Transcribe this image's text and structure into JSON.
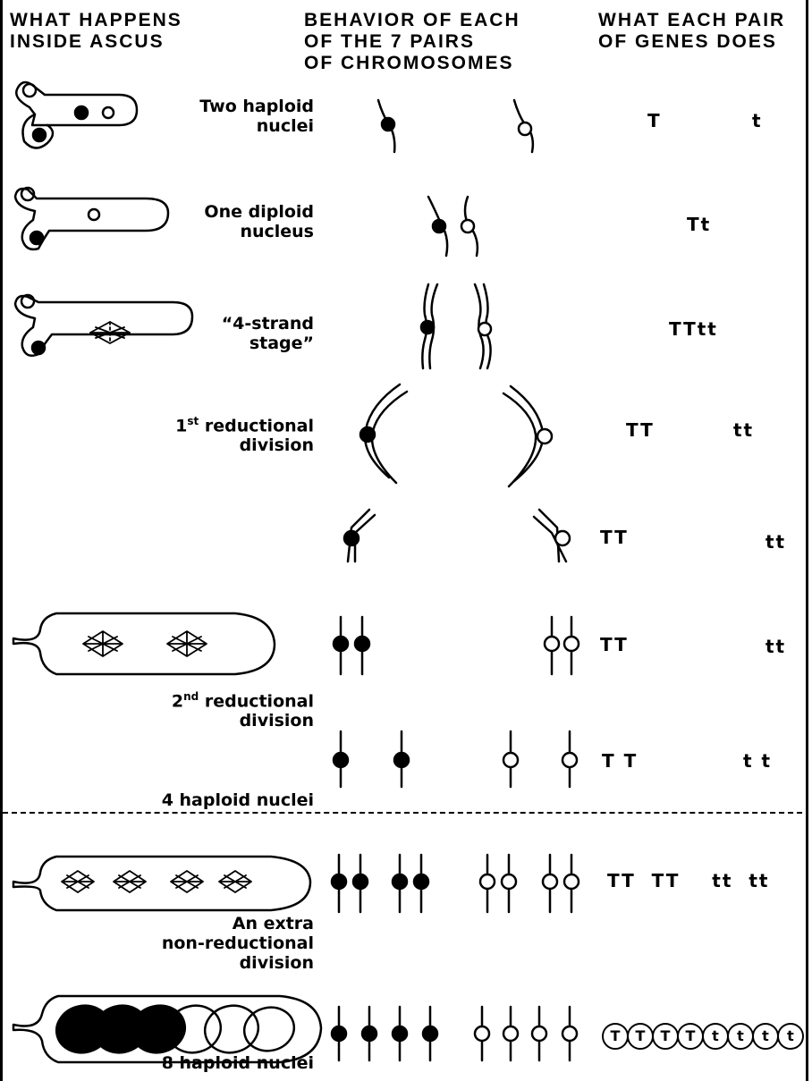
{
  "headers": {
    "ascus": [
      "WHAT HAPPENS",
      "INSIDE ASCUS"
    ],
    "chromosomes": [
      "BEHAVIOR OF EACH",
      "OF THE 7 PAIRS",
      "OF CHROMOSOMES"
    ],
    "genes": [
      "WHAT EACH PAIR",
      "OF GENES DOES"
    ]
  },
  "stages": [
    {
      "lines": [
        "Two haploid",
        "nuclei"
      ]
    },
    {
      "lines": [
        "One diploid",
        "nucleus"
      ]
    },
    {
      "lines": [
        "“4-strand",
        "stage”"
      ]
    },
    {
      "lines": [
        "1st reductional",
        "division"
      ],
      "sup": "st",
      "base": "1"
    },
    {
      "lines": [
        "2nd reductional",
        "division"
      ],
      "sup": "nd",
      "base": "2"
    },
    {
      "lines": [
        "4 haploid nuclei"
      ]
    },
    {
      "lines": [
        "An extra",
        "non-reductional",
        "division"
      ]
    },
    {
      "lines": [
        "8 haploid nuclei"
      ]
    }
  ],
  "stage_text": {
    "s0a": "Two haploid",
    "s0b": "nuclei",
    "s1a": "One diploid",
    "s1b": "nucleus",
    "s2a": "“4-strand",
    "s2b": "stage”",
    "s3num": "1",
    "s3sup": "st",
    "s3rest": " reductional",
    "s3b": "division",
    "s4num": "2",
    "s4sup": "nd",
    "s4rest": " reductional",
    "s4b": "division",
    "s5": "4 haploid nuclei",
    "s6a": "An extra",
    "s6b": "non-reductional",
    "s6c": "division",
    "s7": "8 haploid nuclei"
  },
  "genes": {
    "r0_left": "T",
    "r0_right": "t",
    "r1": "Tt",
    "r2": "TTtt",
    "r3_left": "TT",
    "r3_right": "tt",
    "r4_left": "TT",
    "r4_right": "tt",
    "r5_left": "TT",
    "r5_right": "tt",
    "r6_left": "T  T",
    "r6_right": "t t",
    "r7": "TT  TT    tt  tt",
    "r8": [
      "T",
      "T",
      "T",
      "T",
      "t",
      "t",
      "t",
      "t"
    ]
  },
  "colors": {
    "ink": "#000000",
    "paper": "#ffffff"
  }
}
